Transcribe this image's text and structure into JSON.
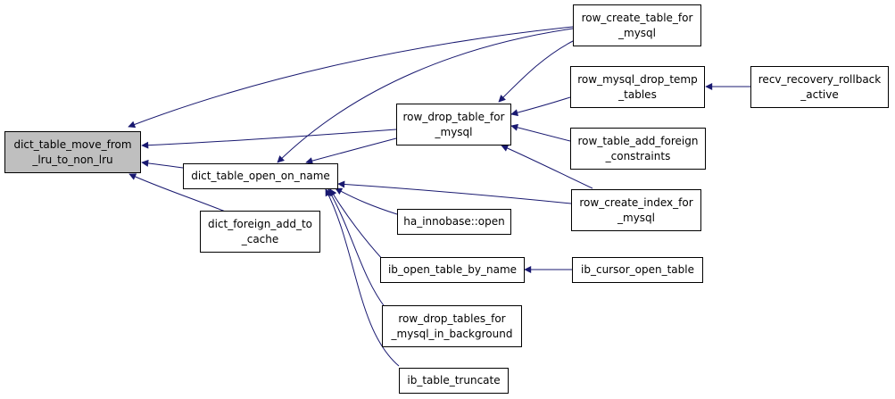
{
  "colors": {
    "edge": "#191970",
    "focus_fill": "#bfbfbf",
    "node_fill": "#ffffff",
    "border": "#000000"
  },
  "nodes": {
    "dict_table_move_from_lru_to_non_lru": "dict_table_move_from\n_lru_to_non_lru",
    "dict_table_open_on_name": "dict_table_open_on_name",
    "dict_foreign_add_to_cache": "dict_foreign_add_to\n_cache",
    "row_drop_table_for_mysql": "row_drop_table_for\n_mysql",
    "row_create_table_for_mysql": "row_create_table_for\n_mysql",
    "row_mysql_drop_temp_tables": "row_mysql_drop_temp\n_tables",
    "recv_recovery_rollback_active": "recv_recovery_rollback\n_active",
    "row_table_add_foreign_constraints": "row_table_add_foreign\n_constraints",
    "row_create_index_for_mysql": "row_create_index_for\n_mysql",
    "ha_innobase_open": "ha_innobase::open",
    "ib_open_table_by_name": "ib_open_table_by_name",
    "ib_cursor_open_table": "ib_cursor_open_table",
    "row_drop_tables_for_mysql_in_background": "row_drop_tables_for\n_mysql_in_background",
    "ib_table_truncate": "ib_table_truncate"
  }
}
